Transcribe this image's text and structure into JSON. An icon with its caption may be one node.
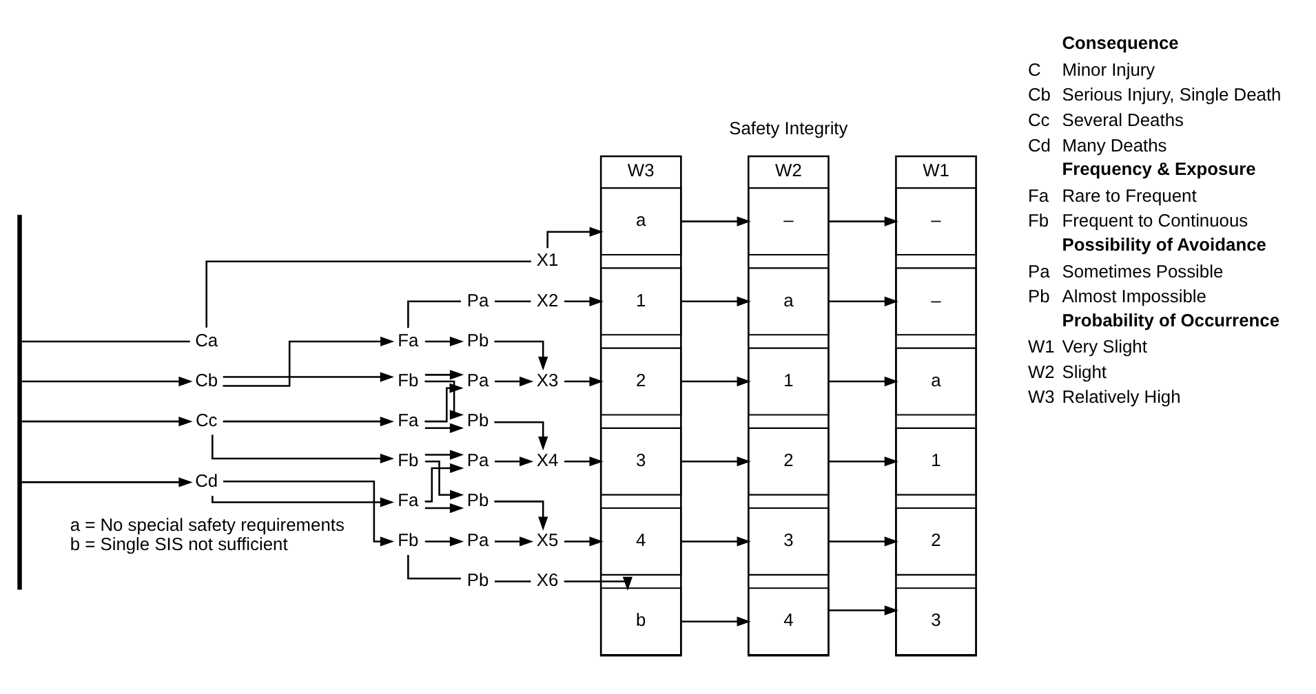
{
  "diagram": {
    "nodes": [
      {
        "text": [],
        "shape": "bar"
      },
      {
        "text": [
          "Ca"
        ]
      },
      {
        "text": [
          "Cb"
        ]
      },
      {
        "text": [
          "Cc"
        ]
      },
      {
        "text": [
          "Cd"
        ]
      },
      {
        "text": [
          "Fa"
        ]
      },
      {
        "text": [
          "Fb"
        ]
      },
      {
        "text": [
          "Fa"
        ]
      },
      {
        "text": [
          "Fb"
        ]
      },
      {
        "text": [
          "Fa"
        ]
      },
      {
        "text": [
          "Fb"
        ]
      },
      {
        "text": [
          "Pa"
        ]
      },
      {
        "text": [
          "Pb"
        ]
      },
      {
        "text": [
          "Pa"
        ]
      },
      {
        "text": [
          "Pb"
        ]
      },
      {
        "text": [
          "Pa"
        ]
      },
      {
        "text": [
          "Pb"
        ]
      },
      {
        "text": [
          "Pa"
        ]
      },
      {
        "text": [
          "Pb"
        ]
      },
      {
        "text": [
          "X1"
        ]
      },
      {
        "text": [
          "X2"
        ]
      },
      {
        "text": [
          "X3"
        ]
      },
      {
        "text": [
          "X4"
        ]
      },
      {
        "text": [
          "X5"
        ]
      },
      {
        "text": [
          "X6"
        ]
      },
      {
        "text": [
          "W3"
        ]
      },
      {
        "text": [
          "a"
        ],
        "in": 25
      },
      {
        "text": [
          "1"
        ],
        "in": 25
      },
      {
        "text": [
          "2"
        ],
        "in": 25
      },
      {
        "text": [
          "3"
        ],
        "in": 25
      },
      {
        "text": [
          "4"
        ],
        "in": 25
      },
      {
        "text": [
          "b"
        ],
        "in": 25
      },
      {
        "text": [
          "W2"
        ]
      },
      {
        "text": [
          "–"
        ],
        "in": 32
      },
      {
        "text": [
          "a"
        ],
        "in": 32
      },
      {
        "text": [
          "1"
        ],
        "in": 32
      },
      {
        "text": [
          "2"
        ],
        "in": 32
      },
      {
        "text": [
          "3"
        ],
        "in": 32
      },
      {
        "text": [
          "4"
        ],
        "in": 32
      },
      {
        "text": [
          "W1"
        ]
      },
      {
        "text": [
          "–"
        ],
        "in": 39
      },
      {
        "text": [
          "–"
        ],
        "in": 39
      },
      {
        "text": [
          "a"
        ],
        "in": 39
      },
      {
        "text": [
          "1"
        ],
        "in": 39
      },
      {
        "text": [
          "2"
        ],
        "in": 39
      },
      {
        "text": [
          "3"
        ],
        "in": 39
      }
    ],
    "edges": [
      {
        "from": 0,
        "to": 1,
        "arrow": "none"
      },
      {
        "from": 0,
        "to": 2,
        "arrow": "to"
      },
      {
        "from": 0,
        "to": 3,
        "arrow": "to"
      },
      {
        "from": 0,
        "to": 4,
        "arrow": "to"
      },
      {
        "from": 2,
        "to": 5,
        "arrow": "to"
      },
      {
        "from": 2,
        "to": 6,
        "arrow": "to"
      },
      {
        "from": 3,
        "to": 7,
        "arrow": "to"
      },
      {
        "from": 3,
        "to": 8,
        "arrow": "to"
      },
      {
        "from": 4,
        "to": 9,
        "arrow": "to"
      },
      {
        "from": 4,
        "to": 10,
        "arrow": "to"
      },
      {
        "from": 5,
        "to": 11,
        "arrow": "none"
      },
      {
        "from": 5,
        "to": 12,
        "arrow": "to"
      },
      {
        "from": 6,
        "to": 13,
        "arrow": "to"
      },
      {
        "from": 6,
        "to": 14,
        "arrow": "to"
      },
      {
        "from": 7,
        "to": 13,
        "arrow": "to"
      },
      {
        "from": 7,
        "to": 14,
        "arrow": "to"
      },
      {
        "from": 8,
        "to": 15,
        "arrow": "to"
      },
      {
        "from": 8,
        "to": 16,
        "arrow": "to"
      },
      {
        "from": 9,
        "to": 15,
        "arrow": "to"
      },
      {
        "from": 9,
        "to": 16,
        "arrow": "to"
      },
      {
        "from": 10,
        "to": 17,
        "arrow": "to"
      },
      {
        "from": 10,
        "to": 18,
        "arrow": "none"
      },
      {
        "from": 1,
        "to": 19,
        "arrow": "none"
      },
      {
        "from": 11,
        "to": 20,
        "arrow": "none"
      },
      {
        "from": 12,
        "to": 21,
        "arrow": "to"
      },
      {
        "from": 13,
        "to": 21,
        "arrow": "to"
      },
      {
        "from": 14,
        "to": 22,
        "arrow": "to"
      },
      {
        "from": 15,
        "to": 22,
        "arrow": "to"
      },
      {
        "from": 16,
        "to": 23,
        "arrow": "to"
      },
      {
        "from": 17,
        "to": 23,
        "arrow": "to"
      },
      {
        "from": 18,
        "to": 24,
        "arrow": "none"
      },
      {
        "from": 19,
        "to": 26,
        "arrow": "to"
      },
      {
        "from": 20,
        "to": 27,
        "arrow": "to"
      },
      {
        "from": 21,
        "to": 28,
        "arrow": "to"
      },
      {
        "from": 22,
        "to": 29,
        "arrow": "to"
      },
      {
        "from": 23,
        "to": 30,
        "arrow": "to"
      },
      {
        "from": 24,
        "to": 31,
        "arrow": "to"
      },
      {
        "from": 26,
        "to": 33,
        "arrow": "to"
      },
      {
        "from": 27,
        "to": 34,
        "arrow": "to"
      },
      {
        "from": 28,
        "to": 35,
        "arrow": "to"
      },
      {
        "from": 29,
        "to": 36,
        "arrow": "to"
      },
      {
        "from": 30,
        "to": 37,
        "arrow": "to"
      },
      {
        "from": 31,
        "to": 38,
        "arrow": "to"
      },
      {
        "from": 33,
        "to": 40,
        "arrow": "to"
      },
      {
        "from": 34,
        "to": 41,
        "arrow": "to"
      },
      {
        "from": 35,
        "to": 42,
        "arrow": "to"
      },
      {
        "from": 36,
        "to": 43,
        "arrow": "to"
      },
      {
        "from": 37,
        "to": 44,
        "arrow": "to"
      },
      {
        "from": 38,
        "to": 45,
        "arrow": "to"
      }
    ],
    "labels": [
      "Consequence",
      "C",
      "Minor Injury",
      "Cb",
      "Serious Injury, Single Death",
      "Cc",
      "Several Deaths",
      "Cd",
      "Many Deaths",
      "Frequency & Exposure",
      "Fa",
      "Rare to Frequent",
      "Fb",
      "Frequent to Continuous",
      "Possibility of Avoidance",
      "Pa",
      "Sometimes Possible",
      "Pb",
      "Almost Impossible",
      "Probability of Occurrence",
      "W1",
      "Very Slight",
      "W2",
      "Slight",
      "W3",
      "Relatively High",
      "a = No special safety requirements",
      "b = Single SIS not sufficient",
      "Safety Integrity"
    ]
  }
}
